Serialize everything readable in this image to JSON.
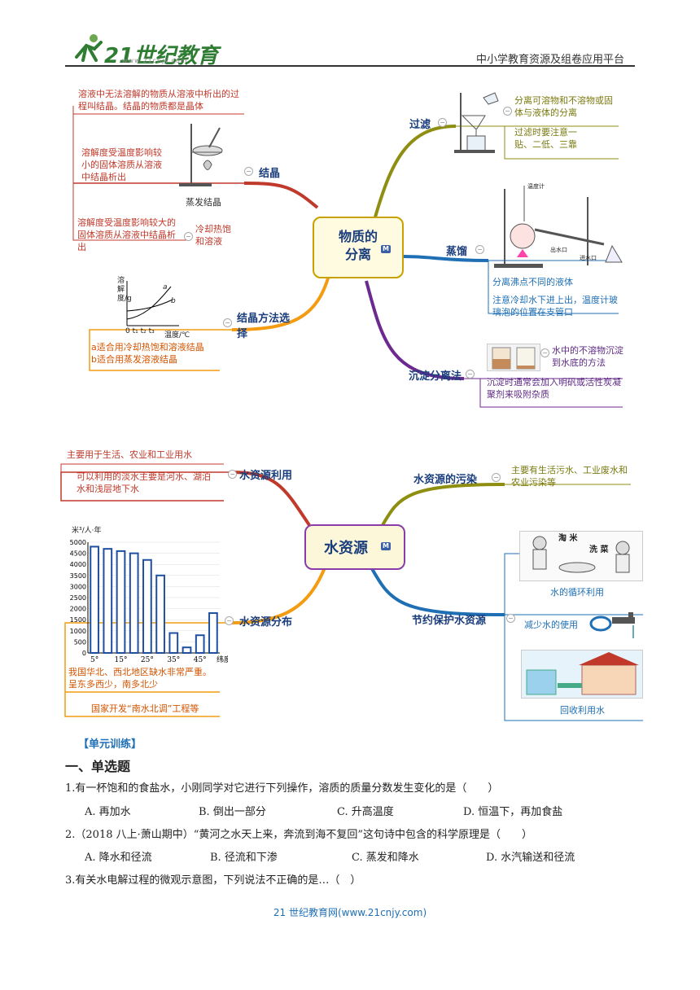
{
  "header": {
    "logo_text": "21世纪教育",
    "logo_sub": "www.21cnjy.com",
    "platform": "中小学教育资源及组卷应用平台"
  },
  "map1": {
    "center": "物质的\n分离",
    "badge": "M",
    "crystal": {
      "label": "结晶",
      "note1": "溶液中无法溶解的物质从溶液中析出的过程叫结晶。结晶的物质都是晶体",
      "note2": "溶解度受温度影响较小的固体溶质从溶液中结晶析出",
      "evap_caption": "蒸发结晶",
      "note3": "溶解度受温度影响较大的固体溶质从溶液中结晶析出",
      "cool_label": "冷却热饱和溶液"
    },
    "method": {
      "label": "结晶方法选择",
      "chart_ylabel": "溶解度/g",
      "chart_xlabel": "温度/℃",
      "curve_a": "a",
      "curve_b": "b",
      "ticks": "0  t₁  t₂  t₃",
      "note_a": "a适合用冷却热饱和溶液结晶",
      "note_b": "b适合用蒸发溶液结晶"
    },
    "filter": {
      "label": "过滤",
      "note1": "分离可溶物和不溶物或固体与液体的分离",
      "note2": "过滤时要注意一贴、二低、三靠"
    },
    "distill": {
      "label": "蒸馏",
      "thermo": "温度计",
      "out_water": "出水口",
      "in_water": "进水口",
      "note1": "分离沸点不同的液体",
      "note2": "注意冷却水下进上出，温度计玻璃泡的位置在支管口"
    },
    "sediment": {
      "label": "沉淀分离法",
      "note1": "水中的不溶物沉淀到水底的方法",
      "note2": "沉淀时通常会加入明矾或活性炭凝聚剂来吸附杂质"
    }
  },
  "map2": {
    "center": "水资源",
    "badge": "M",
    "use": {
      "label": "水资源利用",
      "note1": "主要用于生活、农业和工业用水",
      "note2": "可以利用的淡水主要是河水、湖泊水和浅层地下水"
    },
    "pollution": {
      "label": "水资源的污染",
      "note": "主要有生活污水、工业废水和农业污染等"
    },
    "distribution": {
      "label": "水资源分布",
      "note1": "我国华北、西北地区缺水非常严重。呈东多西少，南多北少",
      "note2": "国家开发“南水北调”工程等"
    },
    "save": {
      "label": "节约保护水资源",
      "tao": "淘 米",
      "xi": "洗 菜",
      "recycle": "水的循环利用",
      "reduce": "减少水的使用",
      "reuse": "回收利用水"
    }
  },
  "chart_data": {
    "type": "bar",
    "ylabel": "米³/人·年",
    "xlabel": "纬度",
    "ylim": [
      0,
      5000
    ],
    "yticks": [
      0,
      500,
      1000,
      1500,
      2000,
      2500,
      3000,
      3500,
      4000,
      4500,
      5000
    ],
    "x_tick_labels": [
      "5°",
      "15°",
      "25°",
      "35°",
      "45°"
    ],
    "values": [
      4800,
      4700,
      4600,
      4500,
      4200,
      3500,
      900,
      250,
      800,
      1800
    ]
  },
  "exercise": {
    "tag": "【单元训练】",
    "section": "一、单选题",
    "q1": "1.有一杯饱和的食盐水，小刚同学对它进行下列操作，溶质的质量分数发生变化的是（　　）",
    "q1_opts": [
      "A. 再加水",
      "B. 倒出一部分",
      "C. 升高温度",
      "D. 恒温下，再加食盐"
    ],
    "q2": "2.（2018 八上·萧山期中）“黄河之水天上来，奔流到海不复回”这句诗中包含的科学原理是（　　）",
    "q2_opts": [
      "A. 降水和径流",
      "B. 径流和下渗",
      "C. 蒸发和降水",
      "D. 水汽输送和径流"
    ],
    "q3": "3.有关水电解过程的微观示意图，下列说法不正确的是…（　）"
  },
  "footer": "21 世纪教育网(www.21cnjy.com)"
}
